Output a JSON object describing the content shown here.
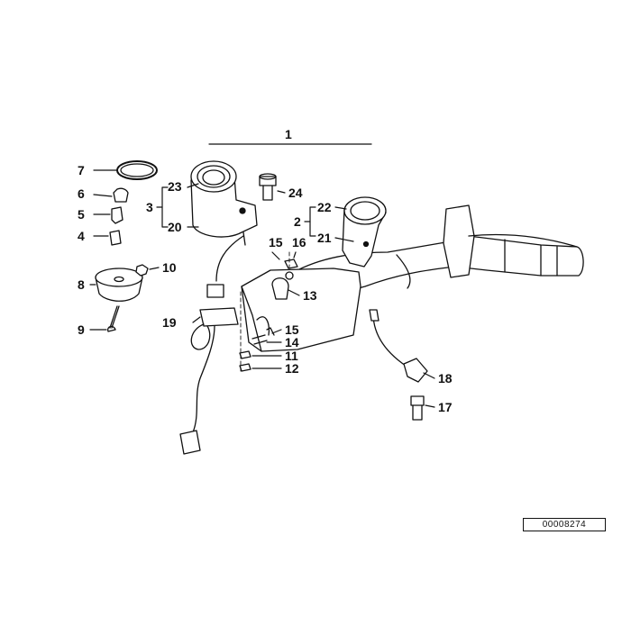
{
  "diagram": {
    "callouts": {
      "p1": "1",
      "p2": "2",
      "p3": "3",
      "p4": "4",
      "p5": "5",
      "p6": "6",
      "p7": "7",
      "p8": "8",
      "p9": "9",
      "p10": "10",
      "p11": "11",
      "p12": "12",
      "p13": "13",
      "p14": "14",
      "p15a": "15",
      "p15b": "15",
      "p16": "16",
      "p17": "17",
      "p18": "18",
      "p19": "19",
      "p20": "20",
      "p21": "21",
      "p22": "22",
      "p23": "23",
      "p24": "24"
    },
    "reference_number": "00008274",
    "line_color": "#111111",
    "part_fill": "#ffffff"
  }
}
